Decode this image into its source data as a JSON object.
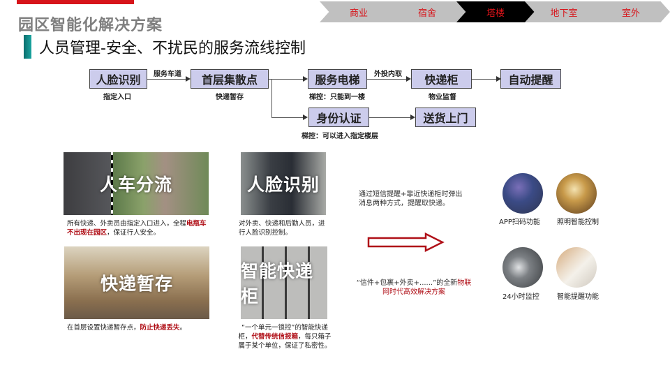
{
  "header": {
    "title": "园区智能化解决方案",
    "subtitle": "人员管理-安全、不扰民的服务流线控制"
  },
  "tabs": [
    {
      "label": "商业",
      "active": false
    },
    {
      "label": "宿舍",
      "active": false
    },
    {
      "label": "塔楼",
      "active": true
    },
    {
      "label": "地下室",
      "active": false
    },
    {
      "label": "室外",
      "active": false
    }
  ],
  "flow": {
    "nodes": {
      "face": "人脸识别",
      "hub": "首层集散点",
      "elevator": "服务电梯",
      "locker": "快递柜",
      "reminder": "自动提醒",
      "idauth": "身份认证",
      "delivery": "送货上门"
    },
    "notes": {
      "face": "指定入口",
      "hub": "快递暂存",
      "elevator": "梯控：只能到一楼",
      "locker": "物业监督",
      "idauth": "梯控：可以进入指定楼层"
    },
    "edge_labels": {
      "face_hub": "服务车道",
      "elevator_locker": "外投内取"
    }
  },
  "cards": [
    {
      "label": "人车分流",
      "caption_pre": "所有快递、外卖员由指定入口进入，全程",
      "caption_hl": "电瓶车不出现在园区",
      "caption_post": "，保证行人安全。"
    },
    {
      "label": "人脸识别",
      "caption_pre": "对外卖、快递和后勤人员，进行人脸识别控制。",
      "caption_hl": "",
      "caption_post": ""
    },
    {
      "label": "快递暂存",
      "caption_pre": "在首层设置快递暂存点，",
      "caption_hl": "防止快递丢失",
      "caption_post": "。"
    },
    {
      "label": "智能快递柜",
      "caption_pre": "“一个单元一锁控”的智能快递柜，",
      "caption_hl": "代替传统信报箱",
      "caption_post": "，每只箱子属于某个单位，保证了私密性。"
    }
  ],
  "info": {
    "text1": "通过短信提醒+靠近快递柜时弹出消息两种方式，提醒取快递。",
    "text2_pre": "“信件+包裹+外卖+......”的全新",
    "text2_hl": "物联网时代高效解决方案"
  },
  "features": [
    {
      "label": "APP扫码功能",
      "icon": "app-scan-icon"
    },
    {
      "label": "照明智能控制",
      "icon": "lighting-icon"
    },
    {
      "label": "24小时监控",
      "icon": "camera-icon"
    },
    {
      "label": "智能提醒功能",
      "icon": "reminder-icon"
    }
  ],
  "colors": {
    "accent_red": "#d7141a",
    "flow_box": "#ccccec",
    "teal_marker": "#1aa5a0",
    "tab_gray": "#c0c0c0"
  }
}
